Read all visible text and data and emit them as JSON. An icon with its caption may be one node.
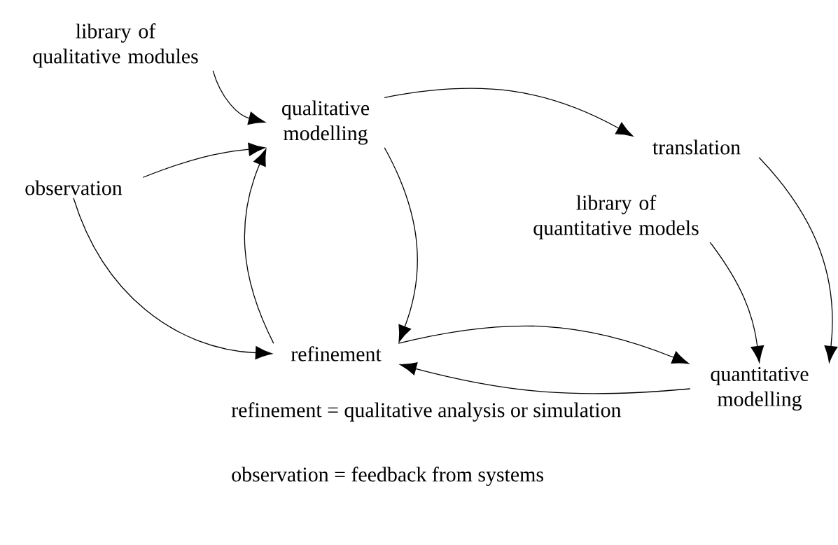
{
  "diagram": {
    "nodes": [
      {
        "text": [
          "library of qualitative modules"
        ]
      },
      {
        "text": [
          "qualitative modelling"
        ]
      },
      {
        "text": [
          "translation"
        ]
      },
      {
        "text": [
          "observation"
        ]
      },
      {
        "text": [
          "library of quantitative models"
        ]
      },
      {
        "text": [
          "refinement"
        ]
      },
      {
        "text": [
          "quantitative modelling"
        ]
      }
    ],
    "edges": [
      {
        "from": 0,
        "to": 1,
        "arrow": "to"
      },
      {
        "from": 3,
        "to": 1,
        "arrow": "to"
      },
      {
        "from": 1,
        "to": 2,
        "arrow": "to"
      },
      {
        "from": 2,
        "to": 6,
        "arrow": "to"
      },
      {
        "from": 4,
        "to": 6,
        "arrow": "to"
      },
      {
        "from": 3,
        "to": 5,
        "arrow": "to"
      },
      {
        "from": 1,
        "to": 5,
        "arrow": "to"
      },
      {
        "from": 5,
        "to": 1,
        "arrow": "to"
      },
      {
        "from": 5,
        "to": 6,
        "arrow": "to"
      },
      {
        "from": 6,
        "to": 5,
        "arrow": "to"
      }
    ],
    "labels": [
      "refinement = qualitative analysis or simulation",
      "observation = feedback from systems"
    ]
  }
}
